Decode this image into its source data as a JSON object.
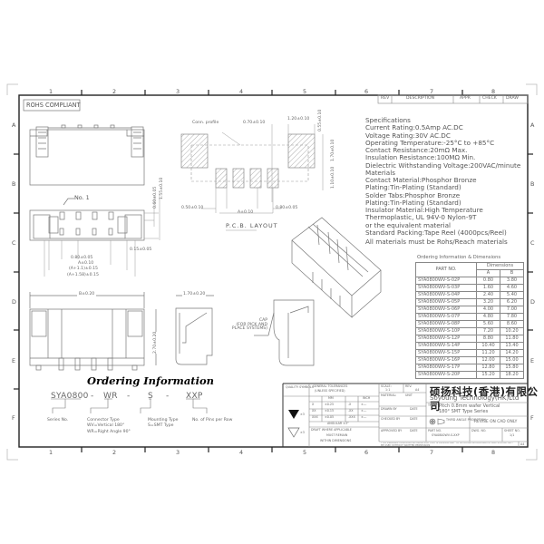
{
  "sheet": {
    "border_cols": [
      "1",
      "2",
      "3",
      "4",
      "5",
      "6",
      "7",
      "8"
    ],
    "border_rows": [
      "A",
      "B",
      "C",
      "D",
      "E",
      "F"
    ],
    "rohs_label": "ROHS COMPLIANT"
  },
  "revision_block": {
    "headers": [
      "REV",
      "DESCRIPTION",
      "APPR",
      "CHECK",
      "DRAW"
    ]
  },
  "specifications": {
    "title": "Specifications",
    "lines": [
      "Current Rating:0.5Amp AC.DC",
      "Voltage Rating:30V AC.DC",
      "Operating Temperature:-25°C to +85°C",
      "Contact Resistance:20mΩ Max.",
      "Insulation Resistance:100MΩ Min.",
      "Dielectric Withstanding Voltage:200VAC/minute",
      "Materials",
      "Contact Material:Phosphor Bronze",
      "Plating:Tin-Plating (Standard)",
      "Solder Tabs:Phosphor Bronze",
      "Plating:Tin-Plating (Standard)",
      "Insulator Material:High Temperature",
      "Thermoplastic, UL 94V-0 Nylon-9T",
      "or the equivalent material",
      "Standard Packing:Tape Reel (4000pcs/Reel)",
      "All materials must be Rohs/Reach materials"
    ]
  },
  "pcb_layout": {
    "title": "P.C.B. LAYOUT",
    "labels": {
      "conn_profile": "Conn. profile",
      "pad_gap": "0.70±0.10",
      "tab_width": "1.20±0.10",
      "tab_offset": "0.55±0.10",
      "tab_height": "1.70±0.10",
      "row_span": "1.10±0.10",
      "pad_width": "0.50±0.10",
      "pitch": "0.80±0.05",
      "span_a": "A±0.10"
    }
  },
  "front_view": {
    "pin1_label": "No. 1",
    "labels": {
      "pin_h": "0.60±0.05",
      "body_h": "1.55±0.10",
      "pitch": "0.80±0.05",
      "span_a": "A±0.10",
      "span_a11": "(A+1.1)±0.15",
      "span_a158": "(A+1.58)±0.15",
      "lead_offset": "0.15±0.05"
    }
  },
  "side_views": {
    "width_b": "B±0.20",
    "height": "2.70±0.20",
    "depth": "1.70±0.20",
    "cap_note": [
      "CAP",
      "(FOR PICK AND",
      "PLACE SYSTEMS)"
    ]
  },
  "ordering_info": {
    "title": "Ordering Information",
    "code_parts": [
      "SYA0800",
      "-",
      "WR",
      "-",
      "S",
      "-",
      "XXP"
    ],
    "legend": {
      "series": "Series No.",
      "connector_type": "Connector Type",
      "wv": "WV=Vertical 180°",
      "wr": "WR=Right Angle 90°",
      "mounting_type": "Mounting Type",
      "smt": "S=SMT Type",
      "pins": "No. of Pins per Row"
    }
  },
  "dimension_table": {
    "title": "Ordering Information & Dimensions",
    "header_part": "PART NO.",
    "header_dims": "Dimensions",
    "col_a": "A",
    "col_b": "B",
    "rows": [
      {
        "part": "SYA0800WV-S-02P",
        "a": "0.80",
        "b": "3.80"
      },
      {
        "part": "SYA0800WV-S-03P",
        "a": "1.60",
        "b": "4.60"
      },
      {
        "part": "SYA0800WV-S-04P",
        "a": "2.40",
        "b": "5.40"
      },
      {
        "part": "SYA0800WV-S-05P",
        "a": "3.20",
        "b": "6.20"
      },
      {
        "part": "SYA0800WV-S-06P",
        "a": "4.00",
        "b": "7.00"
      },
      {
        "part": "SYA0800WV-S-07P",
        "a": "4.80",
        "b": "7.80"
      },
      {
        "part": "SYA0800WV-S-08P",
        "a": "5.60",
        "b": "8.60"
      },
      {
        "part": "SYA0800WV-S-10P",
        "a": "7.20",
        "b": "10.20"
      },
      {
        "part": "SYA0800WV-S-12P",
        "a": "8.80",
        "b": "11.80"
      },
      {
        "part": "SYA0800WV-S-14P",
        "a": "10.40",
        "b": "13.40"
      },
      {
        "part": "SYA0800WV-S-15P",
        "a": "11.20",
        "b": "14.20"
      },
      {
        "part": "SYA0800WV-S-16P",
        "a": "12.00",
        "b": "15.00"
      },
      {
        "part": "SYA0800WV-S-17P",
        "a": "12.80",
        "b": "15.80"
      },
      {
        "part": "SYA0800WV-S-20P",
        "a": "15.20",
        "b": "18.20"
      }
    ]
  },
  "title_block": {
    "quality_symbols": "QUALITY SYMBOLS",
    "general_tolerances": "GENERAL TOLERANCES",
    "unless_specified": "(UNLESS SPECIFIED)",
    "mm": "MM",
    "inch": "INCH",
    "tol_rows": [
      {
        "k": "X",
        "mm": "±0.25",
        "ik": ".X",
        "inch": "±---"
      },
      {
        "k": "XX",
        "mm": "±0.15",
        "ik": ".XX",
        "inch": "±---"
      },
      {
        "k": "XXX",
        "mm": "±0.05",
        "ik": ".XXX",
        "inch": "±---"
      }
    ],
    "angular": "ANGULAR ±3°",
    "draft_note": [
      "DRAFT WHERE APPLICABLE",
      "MUST REMAIN",
      "WITHIN DIMENSIONS"
    ],
    "scale_label": "SCALE:",
    "scale_value": "1:1",
    "rev_label": "REV.",
    "rev_value": "A4",
    "material_label": "MATERIAL:",
    "unit_label": "UNIT",
    "drawn_by": "DRAWN BY",
    "checked_by": "CHECKED BY",
    "approved_by": "APPROVED BY",
    "date": "DATE",
    "company_cn": "硕扬科技(香港)有限公司",
    "company_en": "Soyoung Technology(HK)Ltd",
    "title_label": "TITLE:",
    "title_line1": "Pitch 0.8mm wafer Vertical",
    "title_line2": "180° SMT Type Series",
    "projection": "THIRD ANGLE PROJECTION",
    "revise_note": "REVISE ON CAD ONLY",
    "part_no_label": "PART NO.",
    "part_no_value": "SYA0800WV-S-XXP",
    "dwg_no_label": "DWG. NO.",
    "sheet_no_label": "SHEET NO.",
    "sheet_no_value": "1/1",
    "confidential": "THIS DRAWING CONTAINS INFORMATION THAT IS PROPRIETARY TO SOYOUNG INCORPORATED AND SHOULD NOT BE USED WITHOUT WRITTEN PERMISSION",
    "size": "A4"
  }
}
